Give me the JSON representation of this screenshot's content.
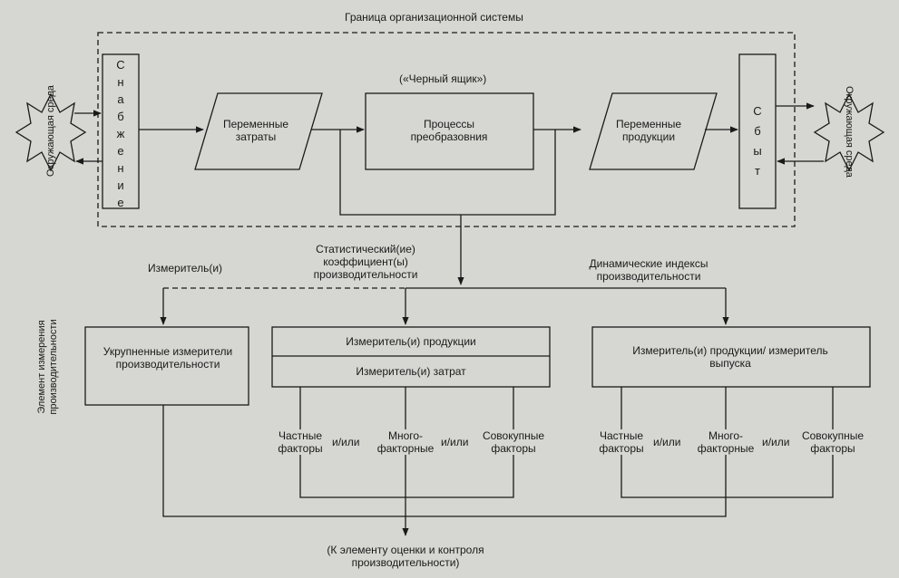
{
  "boundary_title": "Граница организационной системы",
  "environment_label": "Окружающая среда",
  "supply_letters": [
    "С",
    "н",
    "а",
    "б",
    "ж",
    "е",
    "н",
    "и",
    "е"
  ],
  "sales_letters": [
    "С",
    "б",
    "ы",
    "т"
  ],
  "black_box_label": "(«Черный ящик»)",
  "variable_costs": "Переменные затраты",
  "processes": "Процессы преобразовния",
  "variable_products": "Переменные продукции",
  "stat_coefficients": "Статистический(ие) коэффициент(ы) производительности",
  "meters": "Измеритель(и)",
  "dynamic_indices": "Динамические индексы производительности",
  "element_side": "Элемент измерения производительности",
  "aggregate_meters": "Укрупненные измерители производительности",
  "product_meters": "Измеритель(и) продукции",
  "cost_meters": "Измеритель(и) затрат",
  "product_output_meters": "Измеритель(и) продукции/ измеритель выпуска",
  "partial_factors": "Частные факторы",
  "and_or": "и/или",
  "multi_factors": "Много- факторные",
  "total_factors": "Совокупные факторы",
  "bottom_target": "(К элементу оценки и контроля производительности)"
}
